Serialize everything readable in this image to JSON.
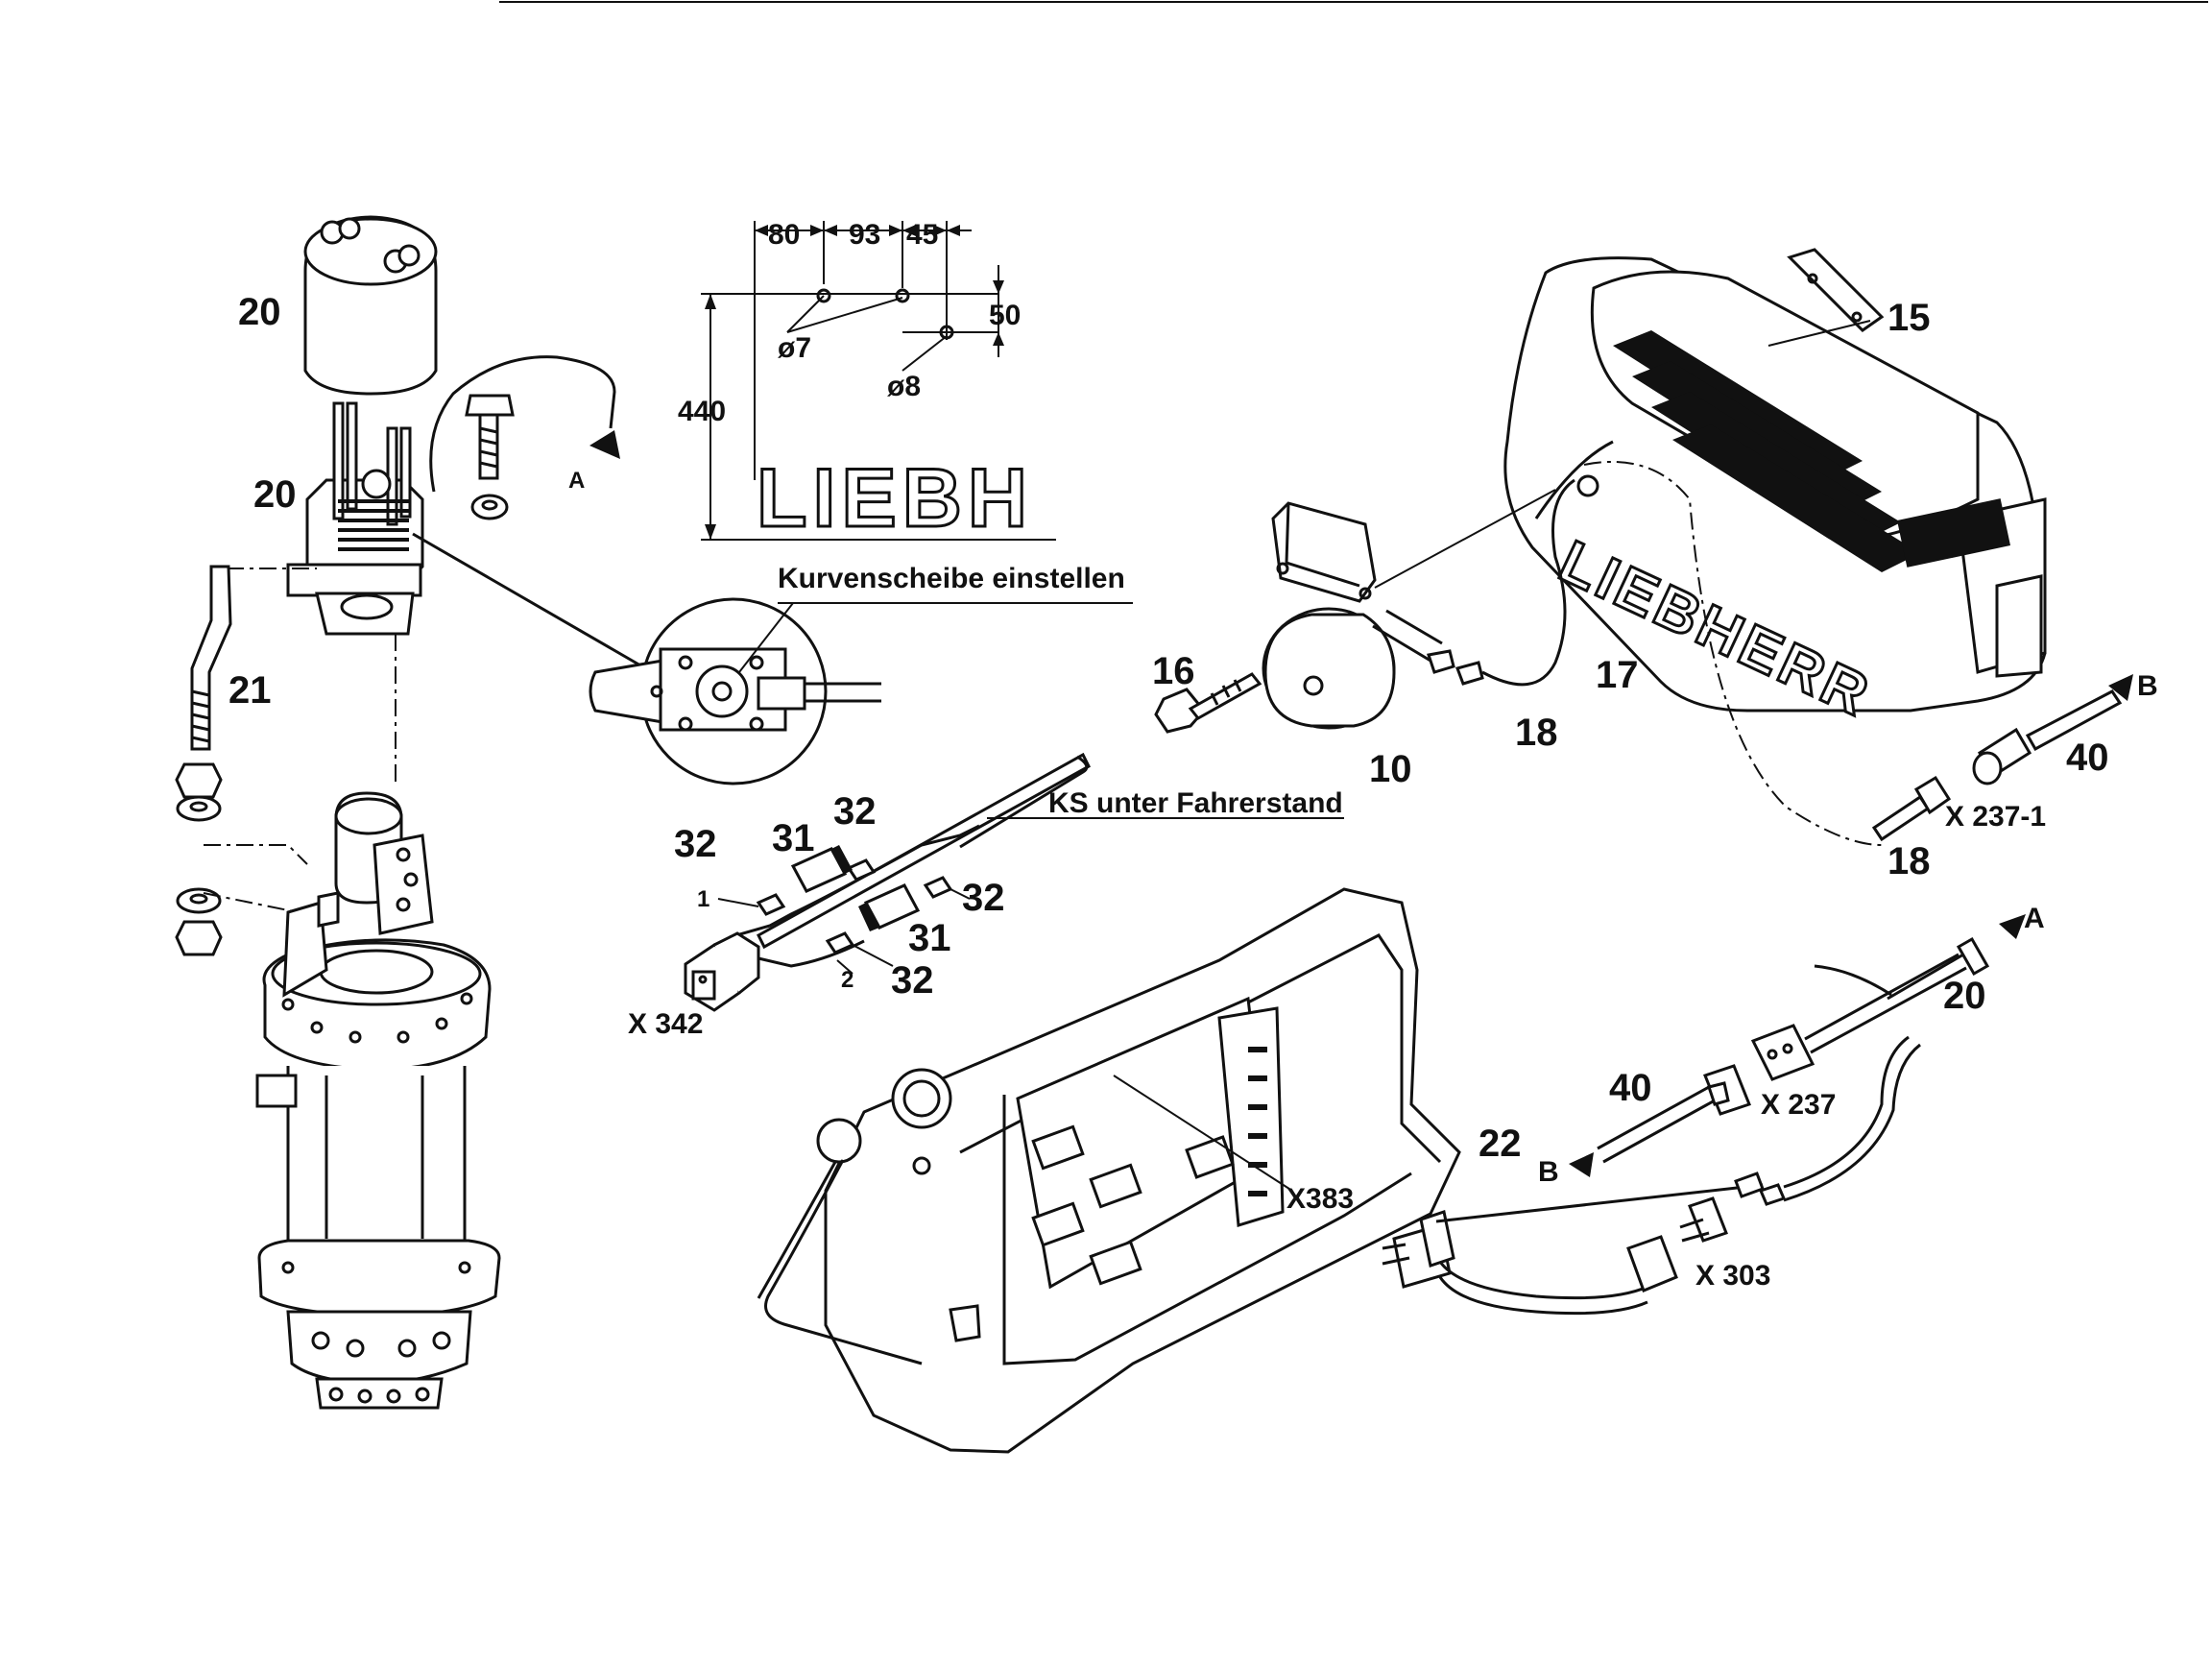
{
  "labels": {
    "l20_top": "20",
    "l20_mid": "20",
    "l21": "21",
    "lA_top": "A",
    "note_cam": "Kurvenscheibe einstellen",
    "dim_80": "80",
    "dim_93": "93",
    "dim_45": "45",
    "dim_50": "50",
    "dim_440": "440",
    "dia_7": "ø7",
    "dia_8": "ø8",
    "logo_fragment": "LIEBH",
    "l15": "15",
    "l16": "16",
    "l10": "10",
    "l18_a": "18",
    "l17": "17",
    "lB_right": "B",
    "l40_right": "40",
    "x237_1": "X 237-1",
    "l18_b": "18",
    "note_ks": "KS unter Fahrerstand",
    "l32_a": "32",
    "l31_a": "31",
    "l32_b": "32",
    "l32_c": "32",
    "l31_b": "31",
    "l32_d": "32",
    "wire_1": "1",
    "wire_2": "2",
    "x342": "X 342",
    "lA_right": "A",
    "l20_right": "20",
    "l40_mid": "40",
    "x237": "X 237",
    "l22": "22",
    "lB_mid": "B",
    "x383": "X383",
    "x303": "X 303",
    "counterweight_logo": "LIEBHERR"
  },
  "colors": {
    "ink": "#111111",
    "paper": "#ffffff"
  }
}
